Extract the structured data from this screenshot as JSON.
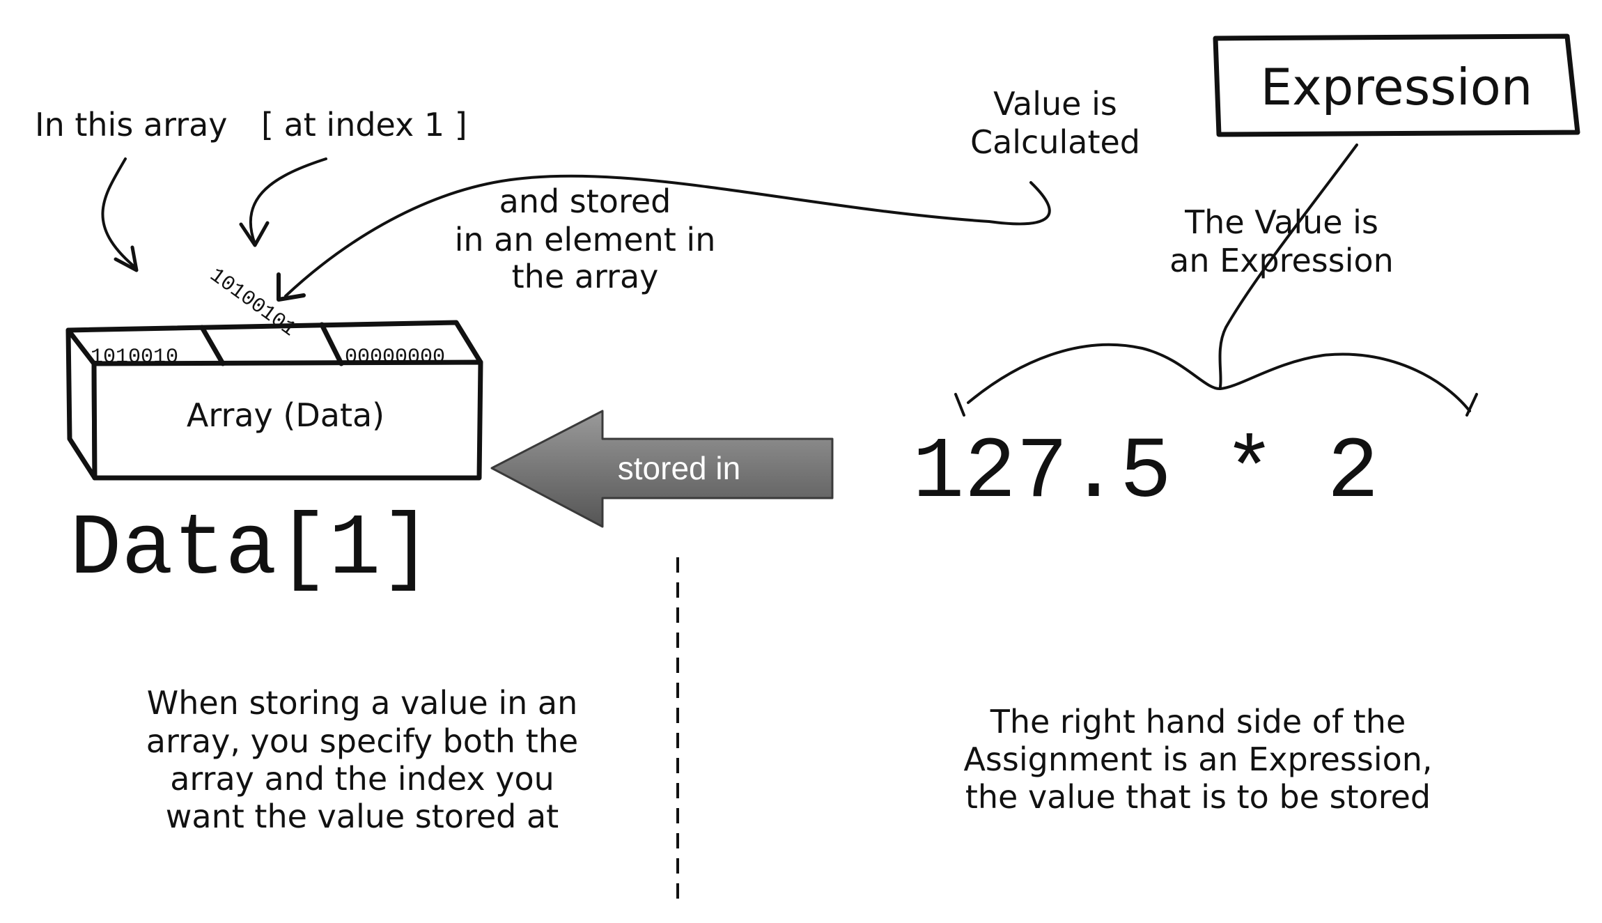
{
  "labels": {
    "in_this_array": "In this array",
    "at_index": "[ at index 1 ]",
    "value_is_calculated": [
      "Value is",
      "Calculated"
    ],
    "and_stored": [
      "and stored",
      "in an element in",
      "the array"
    ],
    "the_value_is_expression": [
      "The Value is",
      "an Expression"
    ],
    "expression_box": "Expression",
    "array_box": "Array (Data)",
    "bits_left": "1010010",
    "bits_middle": "10100101",
    "bits_right": "00000000",
    "arrow_label": "stored in",
    "target": "Data[1]",
    "expression": "127.5 * 2"
  },
  "captions": {
    "left": [
      "When storing a value in an",
      "array, you specify both the",
      "array and the index you",
      "want the value stored at"
    ],
    "right": [
      "The right hand side of the",
      "Assignment is an Expression,",
      "the value that is to be stored"
    ]
  }
}
